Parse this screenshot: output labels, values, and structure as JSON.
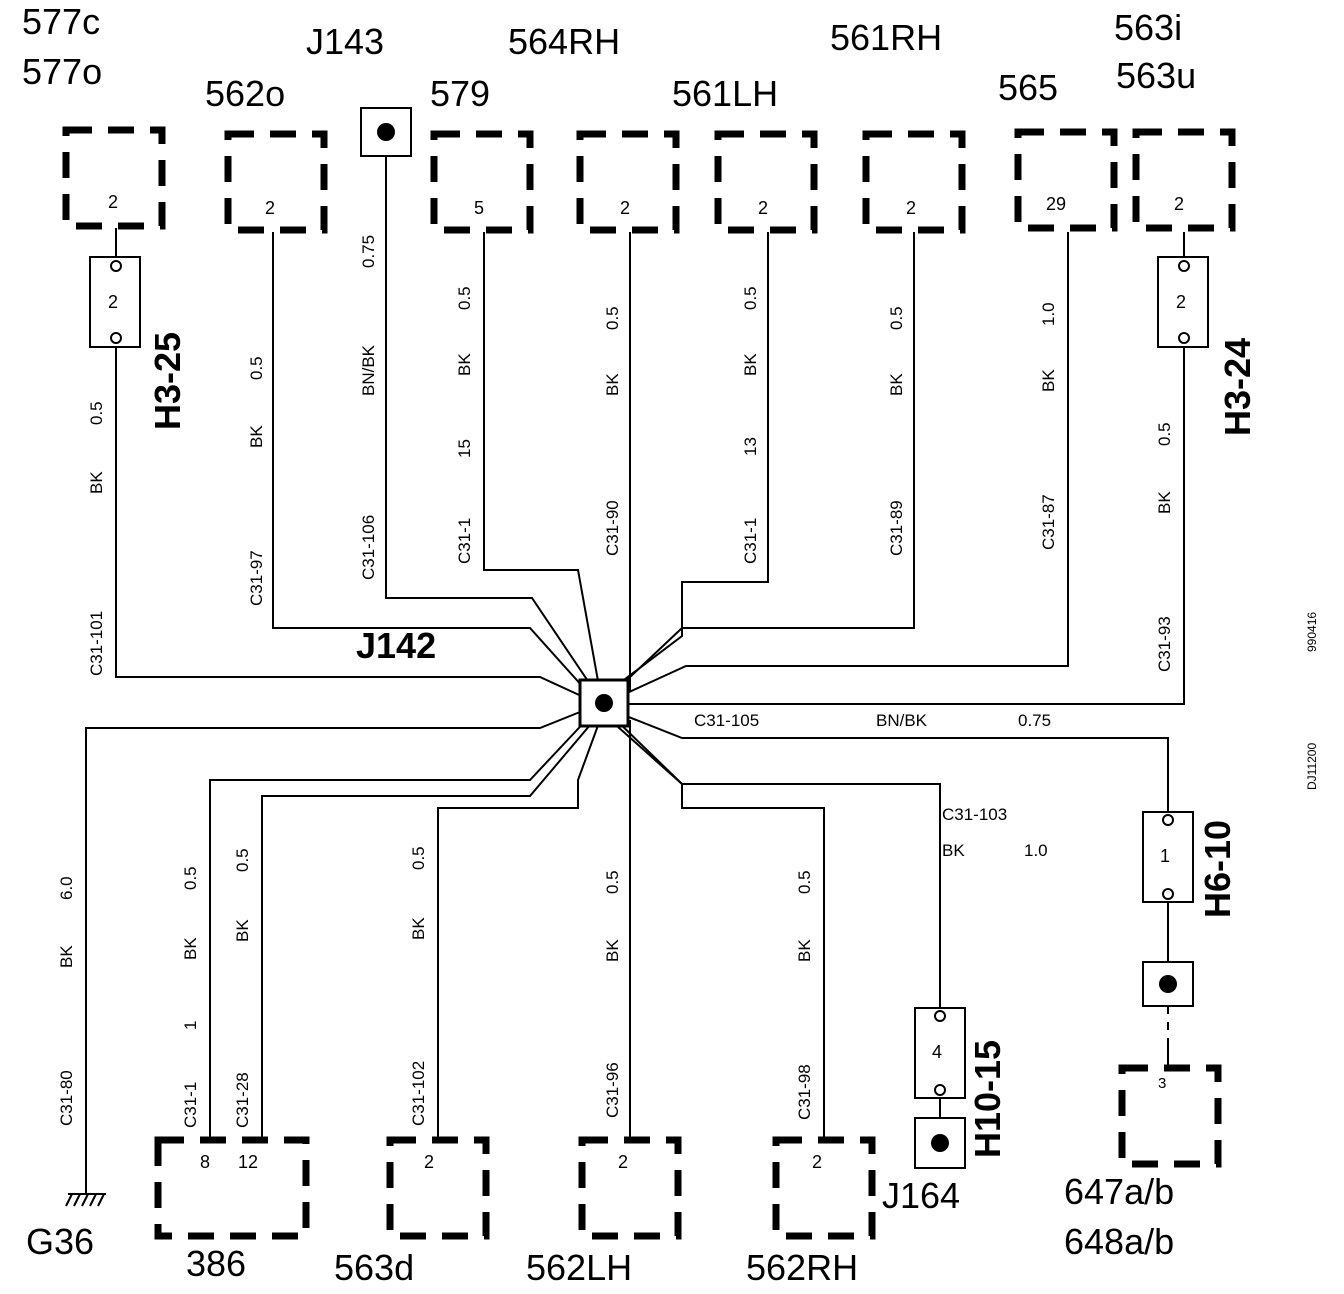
{
  "connectors_top": {
    "c577": {
      "line1": "577c",
      "line2": "577o",
      "pin": "2"
    },
    "c562o": {
      "label": "562o",
      "pin": "2"
    },
    "j143": {
      "label": "J143"
    },
    "c579": {
      "label": "579",
      "pin": "5"
    },
    "c564rh": {
      "label": "564RH",
      "pin": "2"
    },
    "c561lh": {
      "label": "561LH",
      "pin": "2"
    },
    "c561rh": {
      "label": "561RH",
      "pin": "2"
    },
    "c565": {
      "label": "565",
      "pin": "29"
    },
    "c563": {
      "line1": "563i",
      "line2": "563u",
      "pin": "2"
    }
  },
  "connectors_bottom": {
    "c386": {
      "label": "386",
      "pin_a": "8",
      "pin_b": "12"
    },
    "c563d": {
      "label": "563d",
      "pin": "2"
    },
    "c562lh": {
      "label": "562LH",
      "pin": "2"
    },
    "c562rh": {
      "label": "562RH",
      "pin": "2"
    },
    "c647": {
      "line1": "647a/b",
      "line2": "648a/b",
      "pin": "3"
    },
    "j164": {
      "label": "J164"
    },
    "g36": {
      "label": "G36"
    }
  },
  "splice_center": {
    "label": "J142"
  },
  "fuses": {
    "h3_25": {
      "label": "H3-25",
      "pin": "2"
    },
    "h3_24": {
      "label": "H3-24",
      "pin": "2"
    },
    "h6_10": {
      "label": "H6-10",
      "pin": "1"
    },
    "h10_15": {
      "label": "H10-15",
      "pin": "4"
    }
  },
  "wires": {
    "w101": {
      "circuit": "C31-101",
      "color": "BK",
      "size": "0.5"
    },
    "w97": {
      "circuit": "C31-97",
      "color": "BK",
      "size": "0.5"
    },
    "w106": {
      "circuit": "C31-106",
      "color": "BN/BK",
      "size": "0.75"
    },
    "w579": {
      "circuit": "C31-1",
      "pin": "15",
      "color": "BK",
      "size": "0.5"
    },
    "w90": {
      "circuit": "C31-90",
      "color": "BK",
      "size": "0.5"
    },
    "w561": {
      "circuit": "C31-1",
      "pin": "13",
      "color": "BK",
      "size": "0.5"
    },
    "w89": {
      "circuit": "C31-89",
      "color": "BK",
      "size": "0.5"
    },
    "w87": {
      "circuit": "C31-87",
      "color": "BK",
      "size": "1.0"
    },
    "w93": {
      "circuit": "C31-93",
      "color": "BK",
      "size": "0.5"
    },
    "w105": {
      "circuit": "C31-105",
      "color": "BN/BK",
      "size": "0.75"
    },
    "w103": {
      "circuit": "C31-103",
      "color": "BK",
      "size": "1.0"
    },
    "w80": {
      "circuit": "C31-80",
      "color": "BK",
      "size": "6.0"
    },
    "w386a": {
      "circuit": "C31-1",
      "pin": "1",
      "color": "BK",
      "size": "0.5"
    },
    "w28": {
      "circuit": "C31-28",
      "color": "BK",
      "size": "0.5"
    },
    "w102": {
      "circuit": "C31-102",
      "color": "BK",
      "size": "0.5"
    },
    "w96": {
      "circuit": "C31-96",
      "color": "BK",
      "size": "0.5"
    },
    "w98": {
      "circuit": "C31-98",
      "color": "BK",
      "size": "0.5"
    }
  },
  "margin_codes": {
    "code1": "990416",
    "code2": "DJ11200"
  }
}
